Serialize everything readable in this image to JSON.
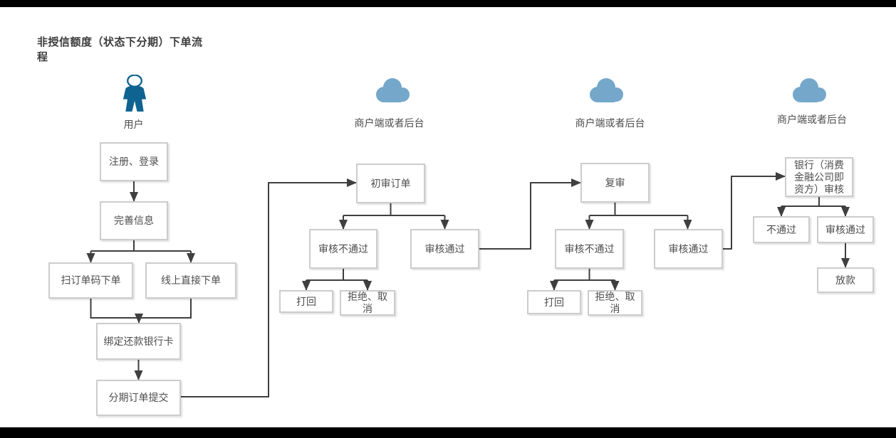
{
  "title": "非授信额度（状态下分期）下单流程",
  "lanes": {
    "user": {
      "label": "用户",
      "icon": "person-icon"
    },
    "merchant1": {
      "label": "商户端或者后台",
      "icon": "cloud-icon"
    },
    "merchant2": {
      "label": "商户端或者后台",
      "icon": "cloud-icon"
    },
    "merchant3": {
      "label": "商户端或者后台",
      "icon": "cloud-icon"
    }
  },
  "nodes": {
    "register": "注册、登录",
    "complete_info": "完善信息",
    "scan_order": "扫订单码下单",
    "online_order": "线上直接下单",
    "bind_card": "绑定还款银行卡",
    "submit_order": "分期订单提交",
    "first_review": "初审订单",
    "first_fail": "审核不通过",
    "first_pass": "审核通过",
    "first_return": "打回",
    "first_reject": "拒绝、取消",
    "second_review": "复审",
    "second_fail": "审核不通过",
    "second_pass": "审核通过",
    "second_return": "打回",
    "second_reject": "拒绝、取消",
    "bank_review": "银行（消费金融公司即资方）审核",
    "bank_fail": "不通过",
    "bank_pass": "审核通过",
    "loan": "放款"
  },
  "colors": {
    "person_blue": "#0f6390",
    "cloud_blue": "#74a7ca",
    "connector_gray": "#3f3f3f",
    "box_border_gray": "#cccccc",
    "text_gray": "#4d4d4d"
  }
}
